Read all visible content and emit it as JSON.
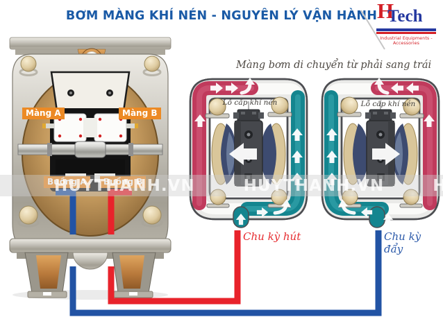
{
  "title": {
    "text": "BƠM MÀNG KHÍ NÉN - NGUYÊN LÝ VẬN HÀNH"
  },
  "logo": {
    "h": "H",
    "tech": "Tech",
    "tagline": "Industrial Equipments - Accessories"
  },
  "diagram": {
    "subtitle": "Màng bơm di chuyển từ phải sang trái",
    "air_inlet_label": "Lỗ cấp khí nén",
    "suction_caption": "Chu kỳ hút",
    "discharge_caption": "Chu kỳ đẩy",
    "watermark": "HUYTHANH.VN"
  },
  "pump_labels": {
    "diaphragm_a": "Màng A",
    "diaphragm_b": "Màng B",
    "chamber_a": "Buồng A",
    "chamber_b": "Buồng B"
  },
  "colors": {
    "title_blue": "#1A5AA6",
    "label_orange": "#EC8A25",
    "logo_red": "#D31F26",
    "logo_blue": "#2438A0",
    "suction_line_red": "#E8232B",
    "discharge_line_blue": "#2253A4",
    "fluid_discharge_crimson": "#C03A5C",
    "fluid_suction_teal": "#14858F"
  }
}
